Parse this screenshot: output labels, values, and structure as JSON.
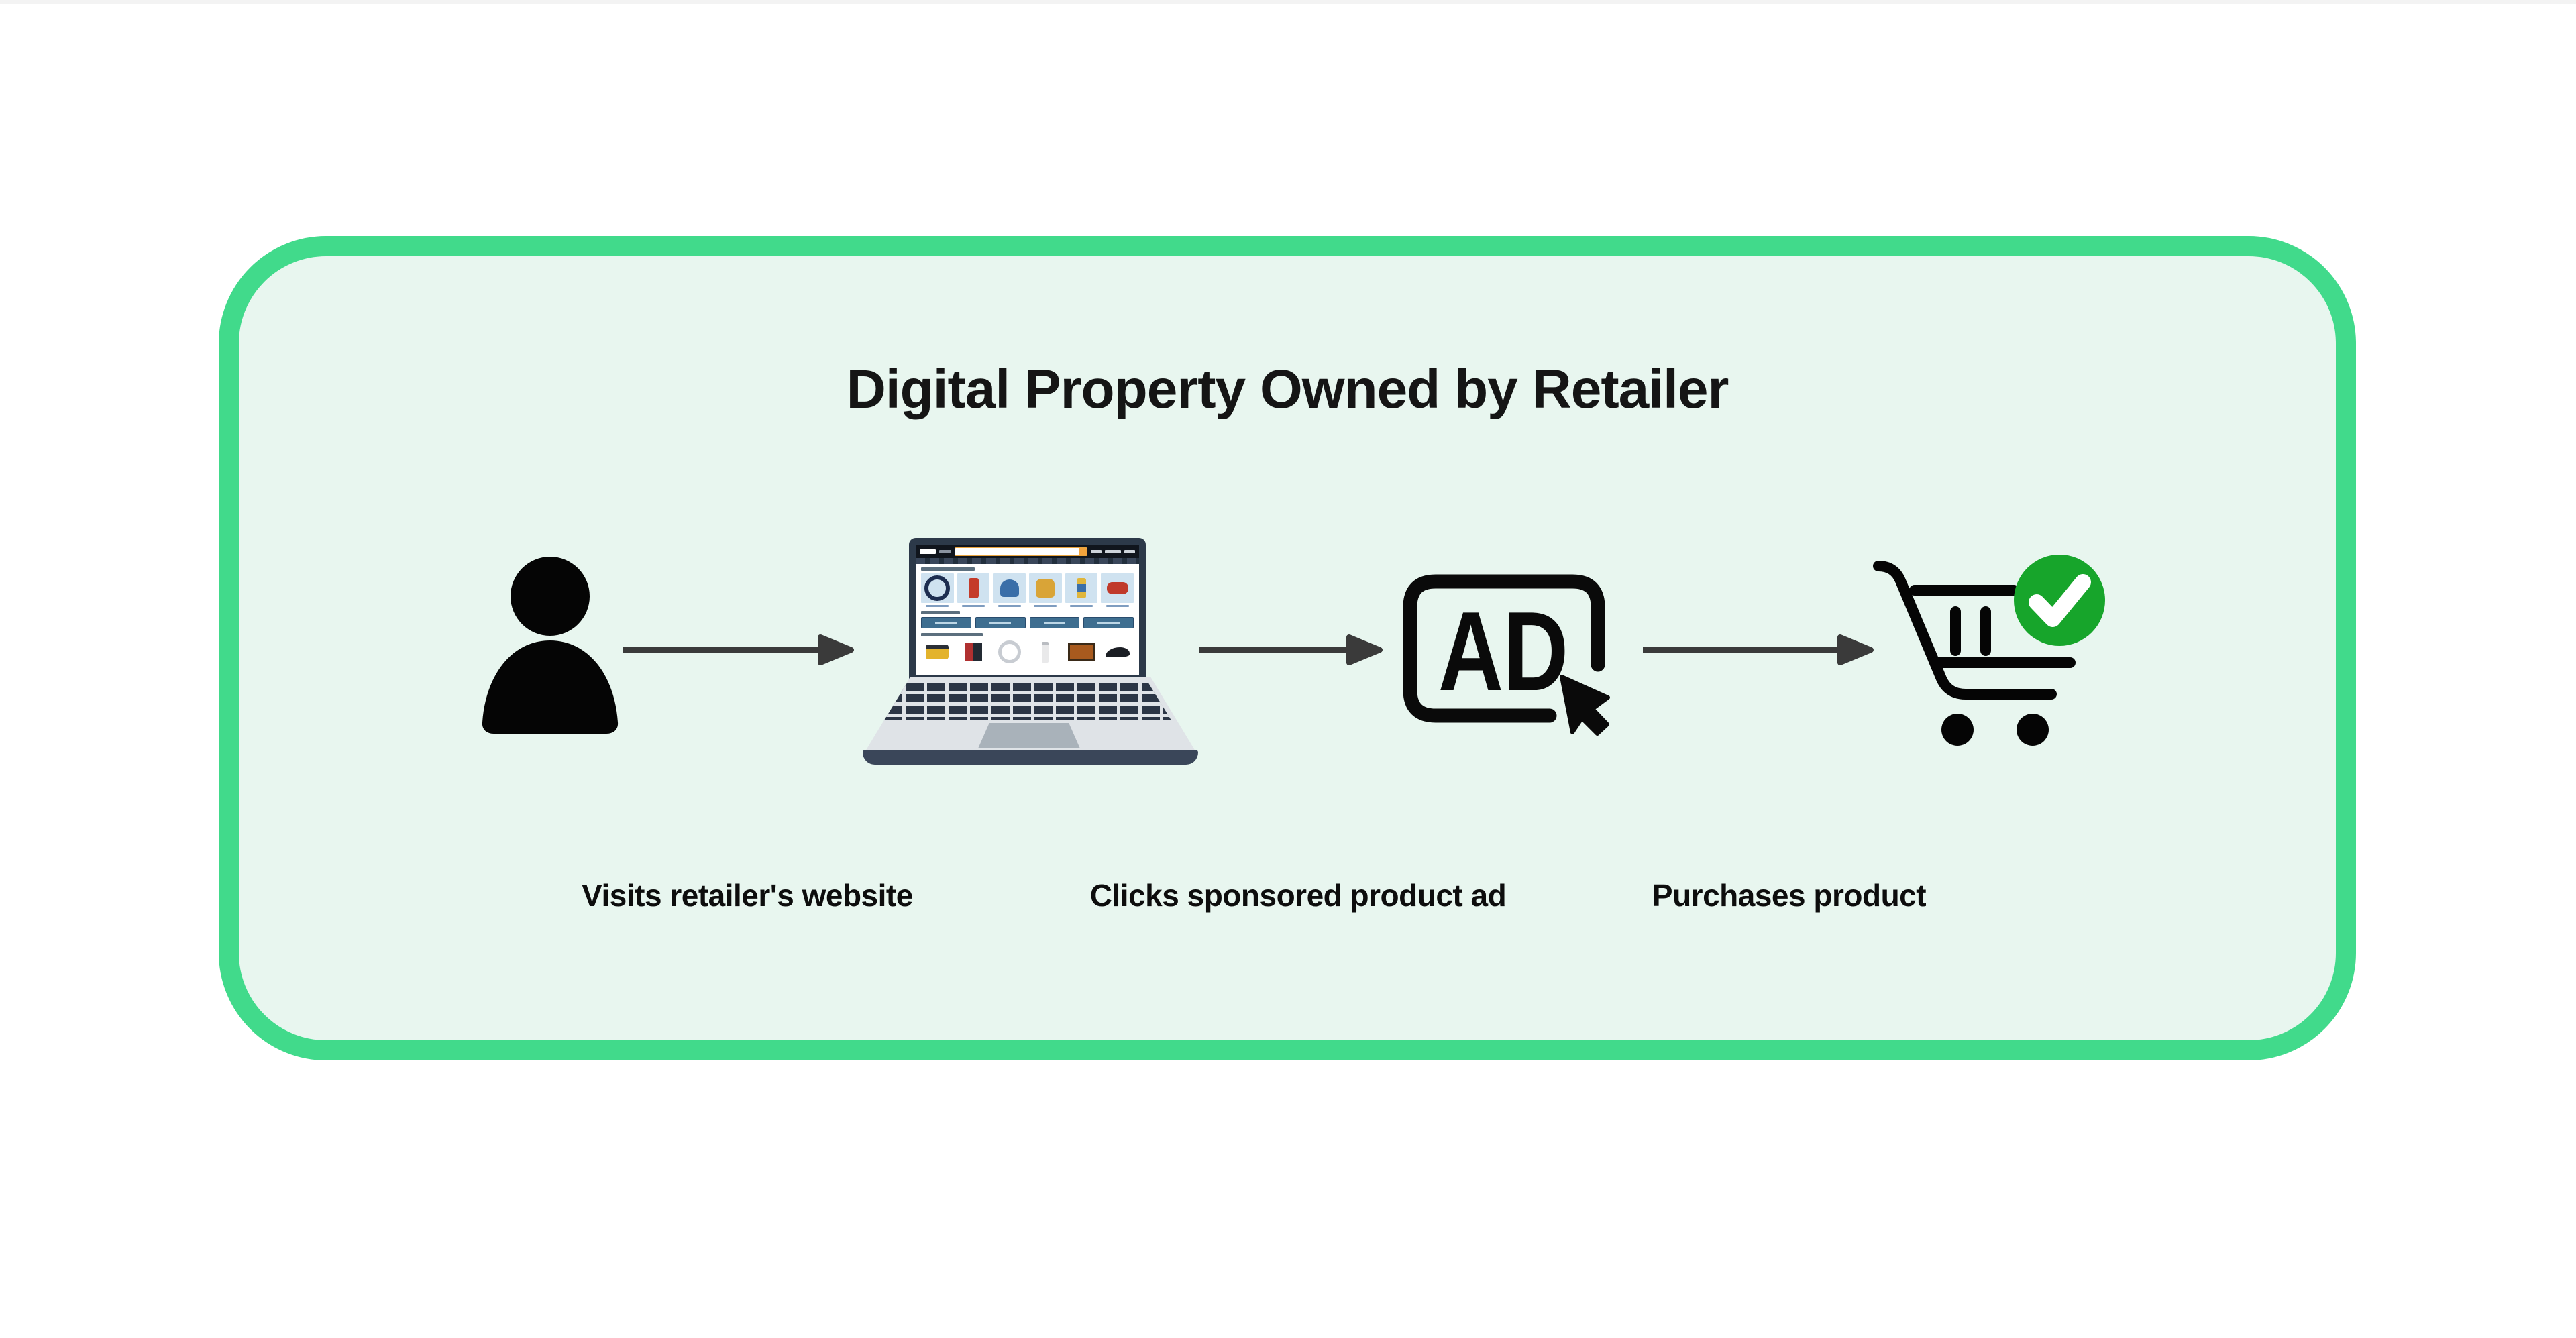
{
  "title": "Digital Property Owned by Retailer",
  "ad_badge_text": "AD",
  "steps": [
    {
      "id": "visit",
      "label": "Visits retailer's website",
      "icon": "person-icon"
    },
    {
      "id": "click-ad",
      "label": "Clicks sponsored product ad",
      "icon": "ad-click-icon"
    },
    {
      "id": "purchase",
      "label": "Purchases product",
      "icon": "cart-check-icon"
    }
  ],
  "icons": [
    {
      "name": "person-icon"
    },
    {
      "name": "laptop-retail-website-icon"
    },
    {
      "name": "ad-click-icon"
    },
    {
      "name": "cart-check-icon"
    },
    {
      "name": "flow-arrow"
    }
  ],
  "colors": {
    "frame_border": "#41da8b",
    "frame_fill": "#e8f6ef",
    "arrow": "#3a3a3a",
    "icon_black": "#050505",
    "success_green": "#17a52b",
    "laptop_bezel": "#2c3949",
    "laptop_base": "#dfe3e7",
    "mini_site_header": "#10151d",
    "mini_site_button": "#3e6e90",
    "mini_card_bg": "#cfe2f0"
  }
}
